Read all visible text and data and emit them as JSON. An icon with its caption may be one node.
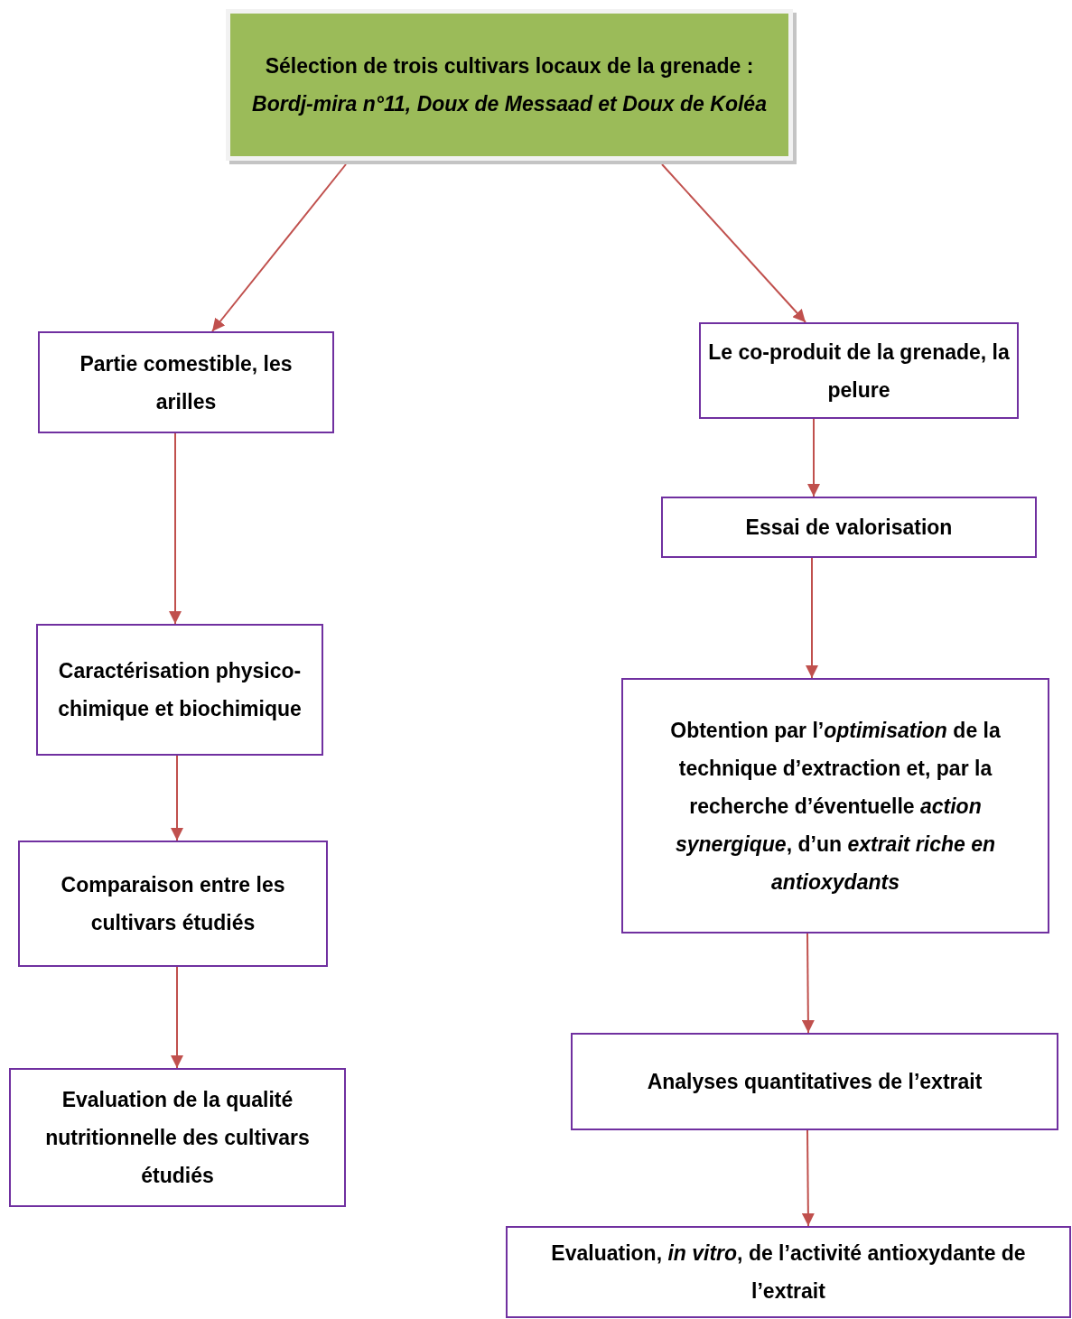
{
  "diagram": {
    "nodes": [
      {
        "text": [
          "Sélection de trois cultivars locaux de la grenade : *Bordj-mira n°11, Doux de Messaad et Doux de Koléa*"
        ]
      },
      {
        "text": [
          "Partie comestible, les arilles"
        ]
      },
      {
        "text": [
          "Caractérisation physico-chimique et biochimique"
        ]
      },
      {
        "text": [
          "Comparaison entre les cultivars étudiés"
        ]
      },
      {
        "text": [
          "Evaluation de la qualité nutritionnelle des cultivars étudiés"
        ]
      },
      {
        "text": [
          "Le co-produit de la grenade, la pelure"
        ]
      },
      {
        "text": [
          "Essai de valorisation"
        ]
      },
      {
        "text": [
          "Obtention par l’*optimisation* de la technique d’extraction et, par la recherche d’éventuelle *action synergique*, d’un *extrait riche en antioxydants*"
        ]
      },
      {
        "text": [
          "Analyses quantitatives de l’extrait"
        ]
      },
      {
        "text": [
          "Evaluation, *in vitro*, de l’activité antioxydante de l’extrait"
        ]
      }
    ],
    "edges": [
      {
        "from": 0,
        "to": 1,
        "arrow": "to"
      },
      {
        "from": 0,
        "to": 5,
        "arrow": "to"
      },
      {
        "from": 1,
        "to": 2,
        "arrow": "to"
      },
      {
        "from": 2,
        "to": 3,
        "arrow": "to"
      },
      {
        "from": 3,
        "to": 4,
        "arrow": "to"
      },
      {
        "from": 5,
        "to": 6,
        "arrow": "to"
      },
      {
        "from": 6,
        "to": 7,
        "arrow": "to"
      },
      {
        "from": 7,
        "to": 8,
        "arrow": "to"
      },
      {
        "from": 8,
        "to": 9,
        "arrow": "to"
      }
    ]
  }
}
